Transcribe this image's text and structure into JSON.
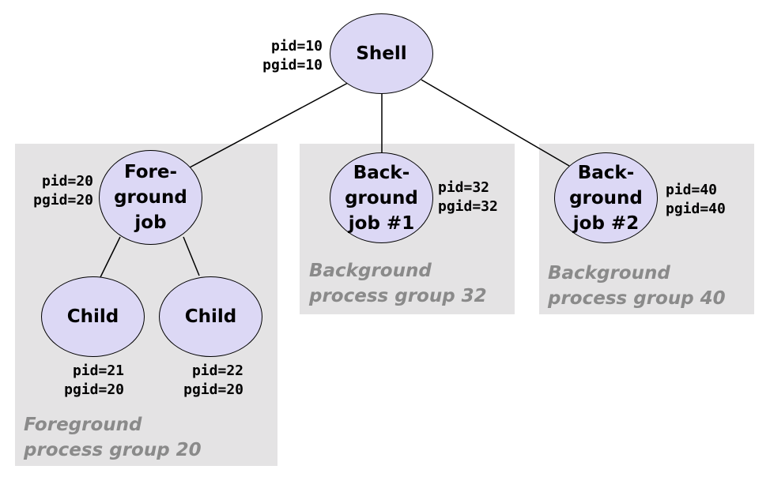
{
  "nodes": {
    "shell": {
      "label": "Shell",
      "pid": "pid=10",
      "pgid": "pgid=10"
    },
    "foreground_job": {
      "label": "Fore-\nground\njob",
      "pid": "pid=20",
      "pgid": "pgid=20"
    },
    "background_job_1": {
      "label": "Back-\nground\njob #1",
      "pid": "pid=32",
      "pgid": "pgid=32"
    },
    "background_job_2": {
      "label": "Back-\nground\njob #2",
      "pid": "pid=40",
      "pgid": "pgid=40"
    },
    "child_1": {
      "label": "Child",
      "pid": "pid=21",
      "pgid": "pgid=20"
    },
    "child_2": {
      "label": "Child",
      "pid": "pid=22",
      "pgid": "pgid=20"
    }
  },
  "groups": {
    "foreground": {
      "line1": "Foreground",
      "line2": "process group 20"
    },
    "background_32": {
      "line1": "Background",
      "line2": "process group 32"
    },
    "background_40": {
      "line1": "Background",
      "line2": "process group 40"
    }
  },
  "colors": {
    "node_fill": "#dcd8f5",
    "group_fill": "#e4e3e4",
    "group_label": "#8a8a8a"
  }
}
